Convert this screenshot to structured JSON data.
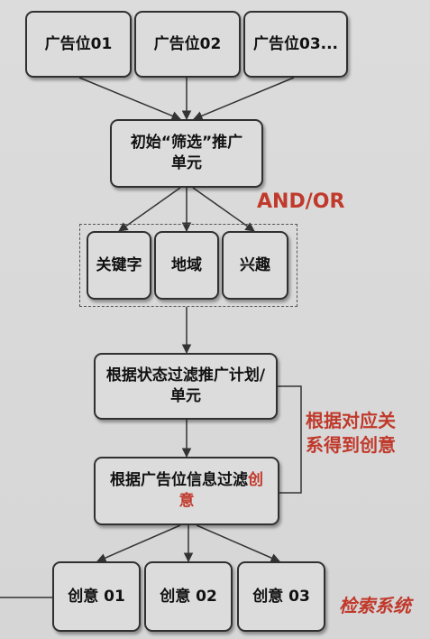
{
  "diagram": {
    "ad_slots": [
      "广告位01",
      "广告位02",
      "广告位03..."
    ],
    "initial_filter": {
      "line1": "初始“筛选”推广",
      "line2": "单元"
    },
    "and_or_label": "AND/OR",
    "criteria": [
      "关键字",
      "地域",
      "兴趣"
    ],
    "status_filter": {
      "line1": "根据状态过滤推广计划/",
      "line2": "单元"
    },
    "relation_label": {
      "line1": "根据对应关",
      "line2": "系得到创意"
    },
    "slot_filter": {
      "line1_black": "根据广告位信息过滤",
      "line1_red": "创",
      "line2_red": "意"
    },
    "creatives": [
      "创意 01",
      "创意 02",
      "创意 03"
    ],
    "search_system_label": "检索系统",
    "colors": {
      "accent_red": "#c0392b",
      "stroke": "#303030",
      "background": "#d8d8d8"
    }
  }
}
